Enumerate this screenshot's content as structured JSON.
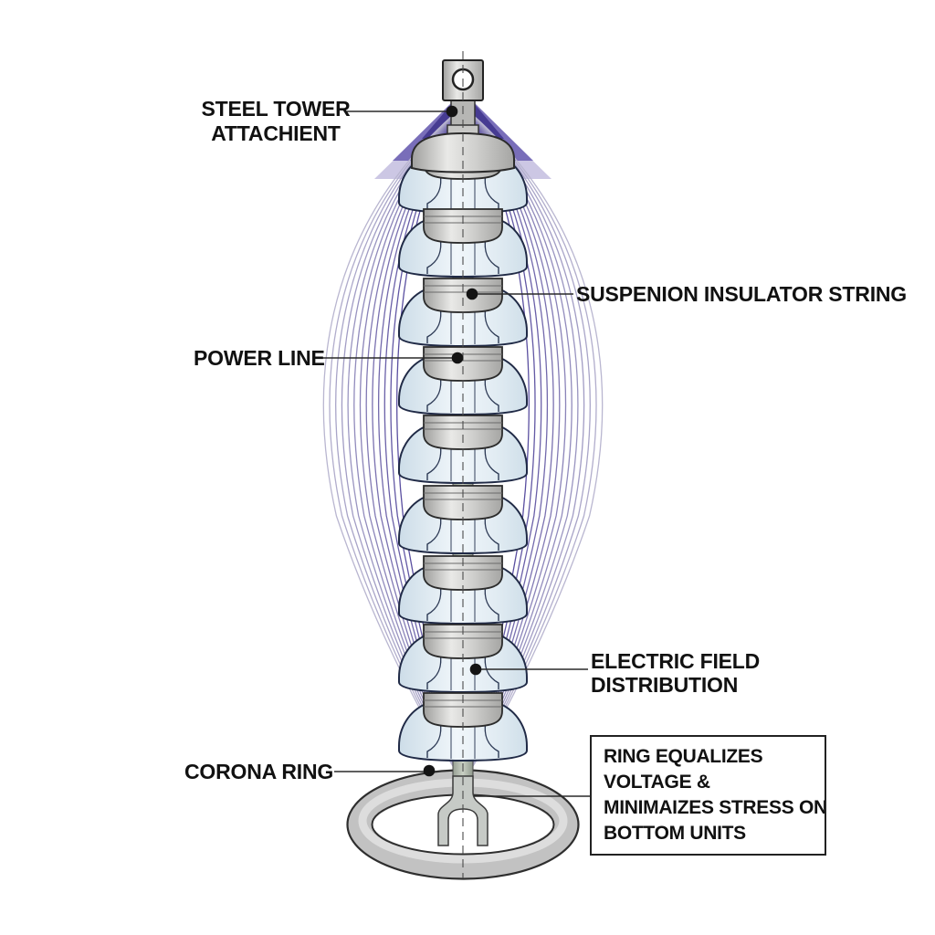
{
  "labels": {
    "steel_tower": {
      "line1": "STEEL TOWER",
      "line2": "ATTACHIENT"
    },
    "suspension_string": "SUSPENION INSULATOR STRING",
    "power_line": "POWER LINE",
    "electric_field": {
      "line1": "ELECTRIC FIELD",
      "line2": "DISTRIBUTION"
    },
    "corona_ring": "CORONA RING",
    "ring_note": {
      "line1": "RING EQUALIZES",
      "line2": "VOLTAGE &",
      "line3": "MINIMAIZES STRESS ON",
      "line4": "BOTTOM UNITS"
    }
  },
  "colors": {
    "background": "#ffffff",
    "text": "#111111",
    "leader_line": "#2a2a2a",
    "field_line_inner": "#5a4fa0",
    "field_line_outer": "#b9b6d0",
    "cone_core": "#463b92",
    "cone_mid": "#6a5eb2",
    "cone_glow": "#8d83c4",
    "cap_gray": "#c6c6c4",
    "bell_fill": "#e7eff5",
    "bell_outline": "#202a46",
    "pin_green": "#a9b2a8",
    "ring_gray": "#c2c2c2"
  },
  "structure": {
    "insulator_units": 9,
    "field_lines_per_side": 13
  }
}
